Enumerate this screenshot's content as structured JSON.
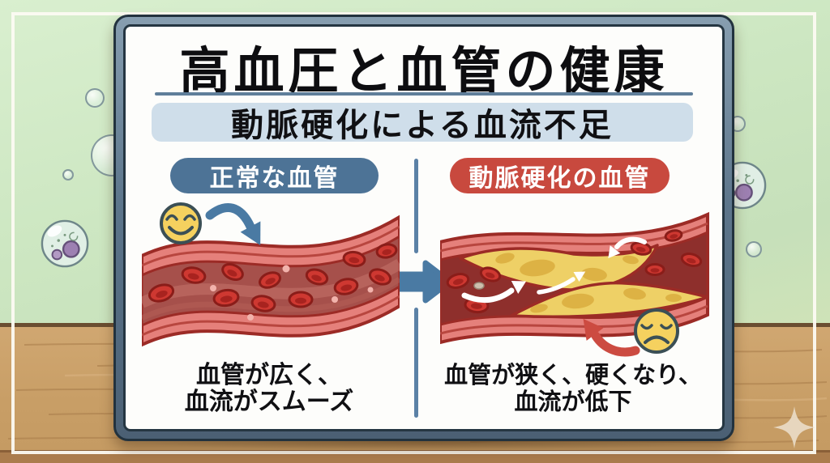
{
  "infographic": {
    "title": "高血圧と血管の健康",
    "banner": "動脈硬化による血流不足",
    "left_panel": {
      "badge": "正常な血管",
      "badge_color": "#4d7396",
      "caption": [
        "血管が広く、",
        "血流がスムーズ"
      ],
      "mood_icon": "smiley-face-icon",
      "flow_arrow_icon": "curved-blue-arrow-icon"
    },
    "right_panel": {
      "badge": "動脈硬化の血管",
      "badge_color": "#c8493e",
      "caption": [
        "血管が狭く、硬くなり、",
        "血流が低下"
      ],
      "mood_icon": "sad-face-icon",
      "flow_arrow_icon": "curved-red-arrow-icon"
    },
    "transition_icon": "right-arrow-icon",
    "decorations": [
      "bubble-icon",
      "cell-bubble-icon",
      "sparkle-icon"
    ],
    "colors": {
      "wall": "#cde7c2",
      "floor": "#c89e66",
      "frame": "#5c758b",
      "frame_outline": "#22323e",
      "banner_bg": "#cfdeea",
      "divider_blue": "#5b81a6",
      "arrow_blue": "#4a7aa3",
      "arrow_red": "#cc4b41",
      "vessel_wall": "#e5807b",
      "vessel_outline": "#9c2b26",
      "lumen_healthy": "#a6504b",
      "lumen_narrowed": "#8e2f2c",
      "blood_cell": "#ce3831",
      "plaque": "#eed066",
      "face_yellow": "#f5d15f"
    }
  }
}
